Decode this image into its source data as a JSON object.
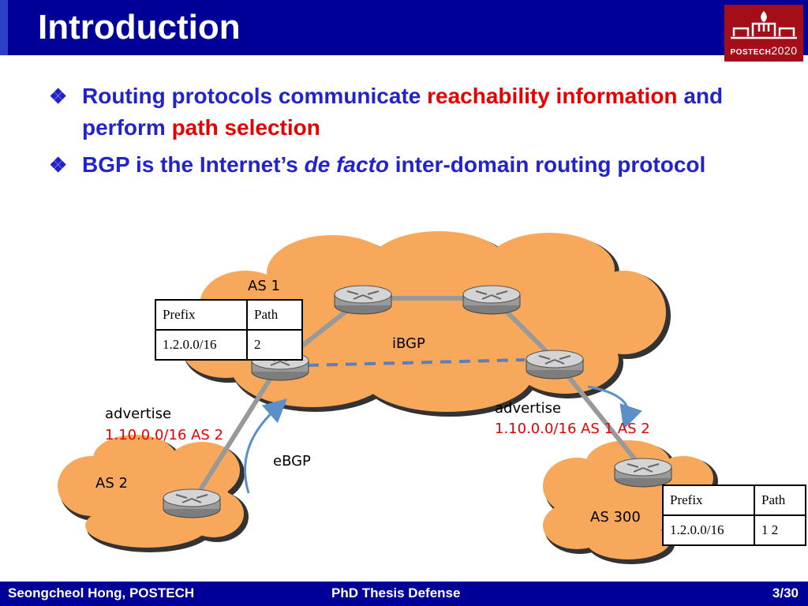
{
  "slide": {
    "title": "Introduction"
  },
  "logo": {
    "name": "POSTECH",
    "year": "2020"
  },
  "bullets": {
    "b1": {
      "part1": "Routing protocols communicate ",
      "highlight1": "reachability information",
      "part2": " and perform ",
      "highlight2": "path selection"
    },
    "b2": {
      "part1": "BGP is the Internet’s ",
      "emphasis": "de facto",
      "part2": " inter-domain routing protocol"
    }
  },
  "diagram": {
    "as1_label": "AS 1",
    "as2_label": "AS 2",
    "as300_label": "AS 300",
    "ibgp_label": "iBGP",
    "ebgp_label": "eBGP",
    "advertise_left": {
      "title": "advertise",
      "route": "1.10.0.0/16 AS 2"
    },
    "advertise_right": {
      "title": "advertise",
      "route": "1.10.0.0/16 AS 1 AS 2"
    },
    "table_as1": {
      "header_prefix": "Prefix",
      "header_path": "Path",
      "prefix": "1.2.0.0/16",
      "path": "2"
    },
    "table_as300": {
      "header_prefix": "Prefix",
      "header_path": "Path",
      "prefix": "1.2.0.0/16",
      "path": "1 2"
    },
    "colors": {
      "cloud": "#f7a85a",
      "cloud_outline": "#333333",
      "link": "#999999",
      "ibgp": "#5b7fb8",
      "arrow": "#5b8fc8"
    }
  },
  "footer": {
    "author": "Seongcheol Hong, POSTECH",
    "event": "PhD Thesis Defense",
    "page": "3/30"
  }
}
